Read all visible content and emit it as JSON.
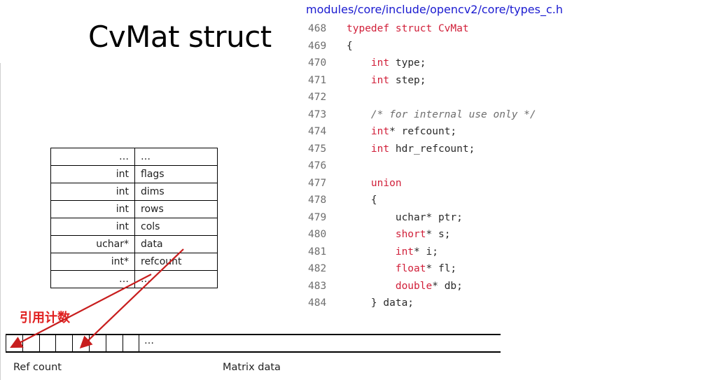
{
  "title": "CvMat struct",
  "file_path": "modules/core/include/opencv2/core/types_c.h",
  "colors": {
    "keyword": "#d1203a",
    "path": "#1a1ad0",
    "arrow": "#c81e1e",
    "annotation": "#e02020"
  },
  "code": [
    {
      "no": "468",
      "parts": [
        {
          "t": "typedef struct CvMat",
          "c": "kw"
        }
      ]
    },
    {
      "no": "469",
      "parts": [
        {
          "t": "{"
        }
      ]
    },
    {
      "no": "470",
      "parts": [
        {
          "t": "    "
        },
        {
          "t": "int",
          "c": "kw"
        },
        {
          "t": " type;"
        }
      ]
    },
    {
      "no": "471",
      "parts": [
        {
          "t": "    "
        },
        {
          "t": "int",
          "c": "kw"
        },
        {
          "t": " step;"
        }
      ]
    },
    {
      "no": "472",
      "parts": []
    },
    {
      "no": "473",
      "parts": [
        {
          "t": "    "
        },
        {
          "t": "/* for internal use only */",
          "c": "cm"
        }
      ]
    },
    {
      "no": "474",
      "parts": [
        {
          "t": "    "
        },
        {
          "t": "int",
          "c": "kw"
        },
        {
          "t": "* refcount;"
        }
      ]
    },
    {
      "no": "475",
      "parts": [
        {
          "t": "    "
        },
        {
          "t": "int",
          "c": "kw"
        },
        {
          "t": " hdr_refcount;"
        }
      ]
    },
    {
      "no": "476",
      "parts": []
    },
    {
      "no": "477",
      "parts": [
        {
          "t": "    "
        },
        {
          "t": "union",
          "c": "kw"
        }
      ]
    },
    {
      "no": "478",
      "parts": [
        {
          "t": "    {"
        }
      ]
    },
    {
      "no": "479",
      "parts": [
        {
          "t": "        uchar* ptr;"
        }
      ]
    },
    {
      "no": "480",
      "parts": [
        {
          "t": "        "
        },
        {
          "t": "short",
          "c": "kw"
        },
        {
          "t": "* s;"
        }
      ]
    },
    {
      "no": "481",
      "parts": [
        {
          "t": "        "
        },
        {
          "t": "int",
          "c": "kw"
        },
        {
          "t": "* i;"
        }
      ]
    },
    {
      "no": "482",
      "parts": [
        {
          "t": "        "
        },
        {
          "t": "float",
          "c": "kw"
        },
        {
          "t": "* fl;"
        }
      ]
    },
    {
      "no": "483",
      "parts": [
        {
          "t": "        "
        },
        {
          "t": "double",
          "c": "kw"
        },
        {
          "t": "* db;"
        }
      ]
    },
    {
      "no": "484",
      "parts": [
        {
          "t": "    } data;"
        }
      ]
    }
  ],
  "fields": [
    {
      "type": "…",
      "name": "…"
    },
    {
      "type": "int",
      "name": "flags"
    },
    {
      "type": "int",
      "name": "dims"
    },
    {
      "type": "int",
      "name": "rows"
    },
    {
      "type": "int",
      "name": "cols"
    },
    {
      "type": "uchar*",
      "name": "data"
    },
    {
      "type": "int*",
      "name": "refcount"
    },
    {
      "type": "…",
      "name": "…"
    }
  ],
  "refcount_annotation": "引用计数",
  "memory_strip": {
    "ellipsis": "…"
  },
  "labels": {
    "ref_count": "Ref count",
    "matrix_data": "Matrix data"
  }
}
